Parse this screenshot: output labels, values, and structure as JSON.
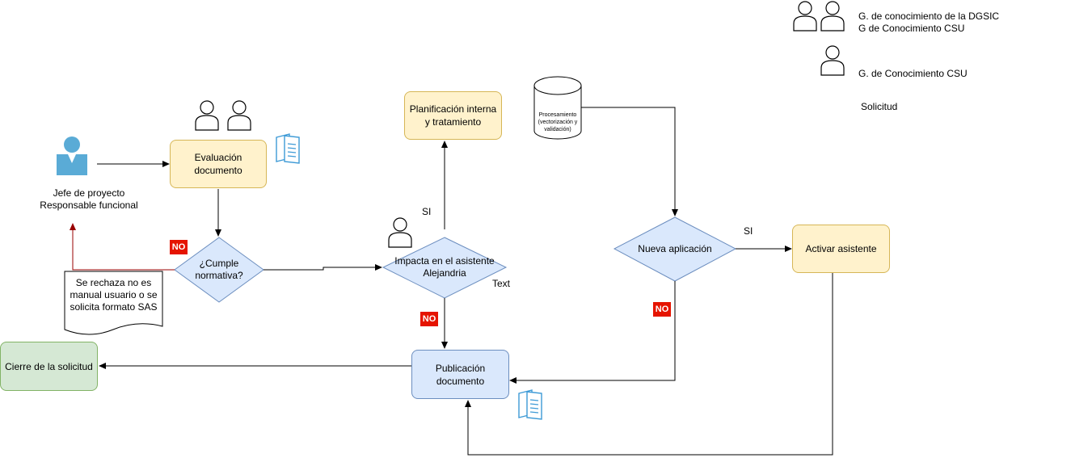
{
  "legend": {
    "group_dgsic": "G. de conocimiento de la DGSIC",
    "group_csu_1": "G de Conocimiento CSU",
    "group_csu_2": "G. de Conocimiento CSU",
    "solicitud": "Solicitud"
  },
  "actor": {
    "line1": "Jefe de proyecto",
    "line2": "Responsable funcional"
  },
  "nodes": {
    "evaluacion": "Evaluación documento",
    "cumple": "¿Cumple normativa?",
    "rechazo_note": "Se rechaza no es manual usuario o se solicita formato SAS",
    "planificacion": "Planificación interna y tratamiento",
    "impacta": "Impacta en el asistente Alejandria",
    "procesamiento": "Procesamiento (vectorización y validación)",
    "nueva_aplicacion": "Nueva aplicación",
    "activar": "Activar asistente",
    "publicacion": "Publicación documento",
    "cierre": "Cierre de la solicitud"
  },
  "labels": {
    "no_cumple": "NO",
    "si_impacta": "SI",
    "no_impacta": "NO",
    "si_nueva": "SI",
    "no_nueva": "NO",
    "text_placeholder": "Text"
  },
  "colors": {
    "yellow_fill": "#fff2cc",
    "yellow_stroke": "#d6b656",
    "blue_fill": "#dae8fc",
    "blue_stroke": "#6c8ebf",
    "green_fill": "#d5e8d4",
    "green_stroke": "#82b366",
    "no_badge": "#e51400",
    "reject_arrow": "#990000",
    "actor": "#5aabd6"
  }
}
